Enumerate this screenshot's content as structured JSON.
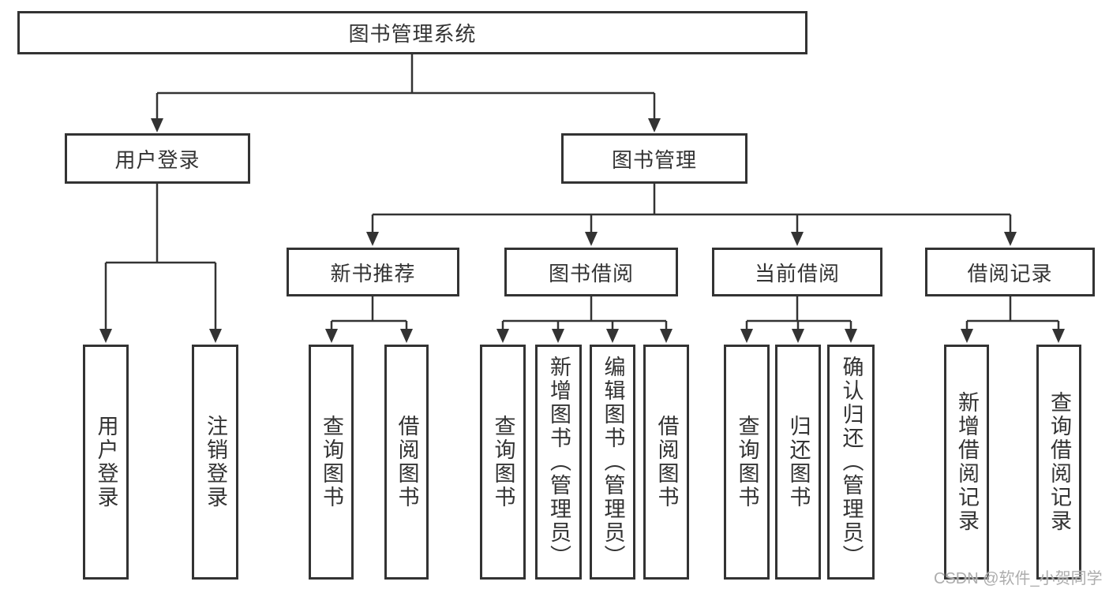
{
  "colors": {
    "line": "#333333",
    "text": "#333333",
    "background": "#ffffff",
    "watermark": "#adadad"
  },
  "watermark": {
    "text": "CSDN @软件_小贺同学"
  },
  "tree": {
    "label": "图书管理系统",
    "children": [
      {
        "label": "用户登录",
        "children": [
          {
            "label": "用户登录"
          },
          {
            "label": "注销登录"
          }
        ]
      },
      {
        "label": "图书管理",
        "children": [
          {
            "label": "新书推荐",
            "children": [
              {
                "label": "查询图书"
              },
              {
                "label": "借阅图书"
              }
            ]
          },
          {
            "label": "图书借阅",
            "children": [
              {
                "label": "查询图书"
              },
              {
                "label": "新增图书（管理员）"
              },
              {
                "label": "编辑图书（管理员）"
              },
              {
                "label": "借阅图书"
              }
            ]
          },
          {
            "label": "当前借阅",
            "children": [
              {
                "label": "查询图书"
              },
              {
                "label": "归还图书"
              },
              {
                "label": "确认归还（管理员）"
              }
            ]
          },
          {
            "label": "借阅记录",
            "children": [
              {
                "label": "新增借阅记录"
              },
              {
                "label": "查询借阅记录"
              }
            ]
          }
        ]
      }
    ]
  }
}
